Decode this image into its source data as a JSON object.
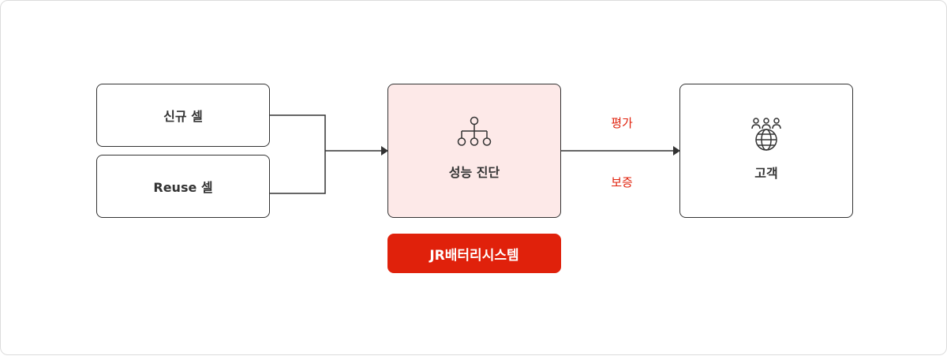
{
  "nodes": {
    "new_cell": "신규 셀",
    "reuse_cell": "Reuse 셀",
    "diagnosis": "성능 진단",
    "customer": "고객"
  },
  "edges": {
    "evaluation": "평가",
    "warranty": "보증"
  },
  "badge": "JR배터리시스템",
  "icons": {
    "diagnosis": "hierarchy-icon",
    "customer": "global-users-icon"
  },
  "colors": {
    "accent": "#e0210b",
    "diagnosis_fill": "#fde9e8",
    "stroke": "#333333"
  }
}
